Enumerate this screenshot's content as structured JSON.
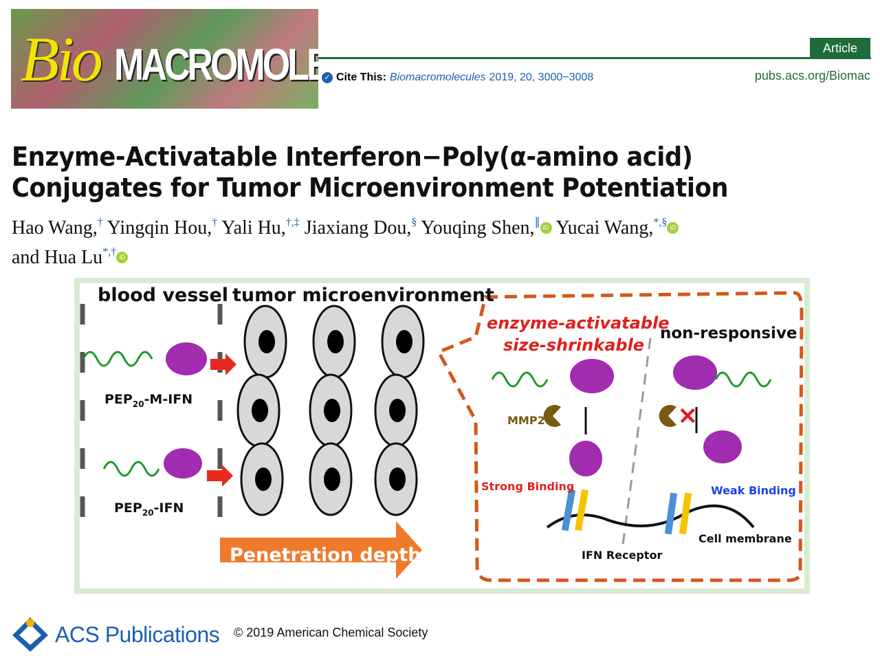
{
  "header": {
    "journal_logo_text": "BioMACROMOLECULES",
    "logo_bio": "Bio",
    "logo_macro": "MACROMOLECULES",
    "article_type": "Article",
    "cite_label": "Cite This:",
    "cite_journal": "Biomacromolecules",
    "cite_details": "2019, 20, 3000−3008",
    "url": "pubs.acs.org/Biomac"
  },
  "title": "Enzyme-Activatable Interferon−Poly(α-amino acid) Conjugates for Tumor Microenvironment Potentiation",
  "authors": [
    {
      "name": "Hao Wang,",
      "aff": "†",
      "orcid": false
    },
    {
      "name": "Yingqin Hou,",
      "aff": "†",
      "orcid": false
    },
    {
      "name": "Yali Hu,",
      "aff": "†,‡",
      "orcid": false
    },
    {
      "name": "Jiaxiang Dou,",
      "aff": "§",
      "orcid": false
    },
    {
      "name": "Youqing Shen,",
      "aff": "∥",
      "orcid": true
    },
    {
      "name": "Yucai Wang,",
      "aff": "*,§",
      "orcid": true
    },
    {
      "name": "and Hua Lu",
      "aff": "*,†",
      "orcid": true
    }
  ],
  "orcid_label": "iD",
  "figure": {
    "blood_vessel": "blood vessel",
    "tumor_microenvironment": "tumor microenvironment",
    "pep_m_ifn": "PEP",
    "pep_sub": "20",
    "pep_m_ifn_suffix": "-M-IFN",
    "pep_ifn_suffix": "-IFN",
    "penetration_depth": "Penetration depth",
    "enzyme_activatable": "enzyme-activatable",
    "size_shrinkable": "size-shrinkable",
    "non_responsive": "non-responsive",
    "mmp2": "MMP2",
    "strong_binding": "Strong Binding",
    "weak_binding": "Weak Binding",
    "cell_membrane": "Cell membrane",
    "ifn_receptor": "IFN Receptor"
  },
  "footer": {
    "publisher": "ACS Publications",
    "copyright": "© 2019 American Chemical Society"
  },
  "colors": {
    "green": "#1f6b3a",
    "blue": "#1b5fb0",
    "orange": "#d4581a",
    "red": "#e0201c",
    "purple": "#8b1f9b"
  }
}
